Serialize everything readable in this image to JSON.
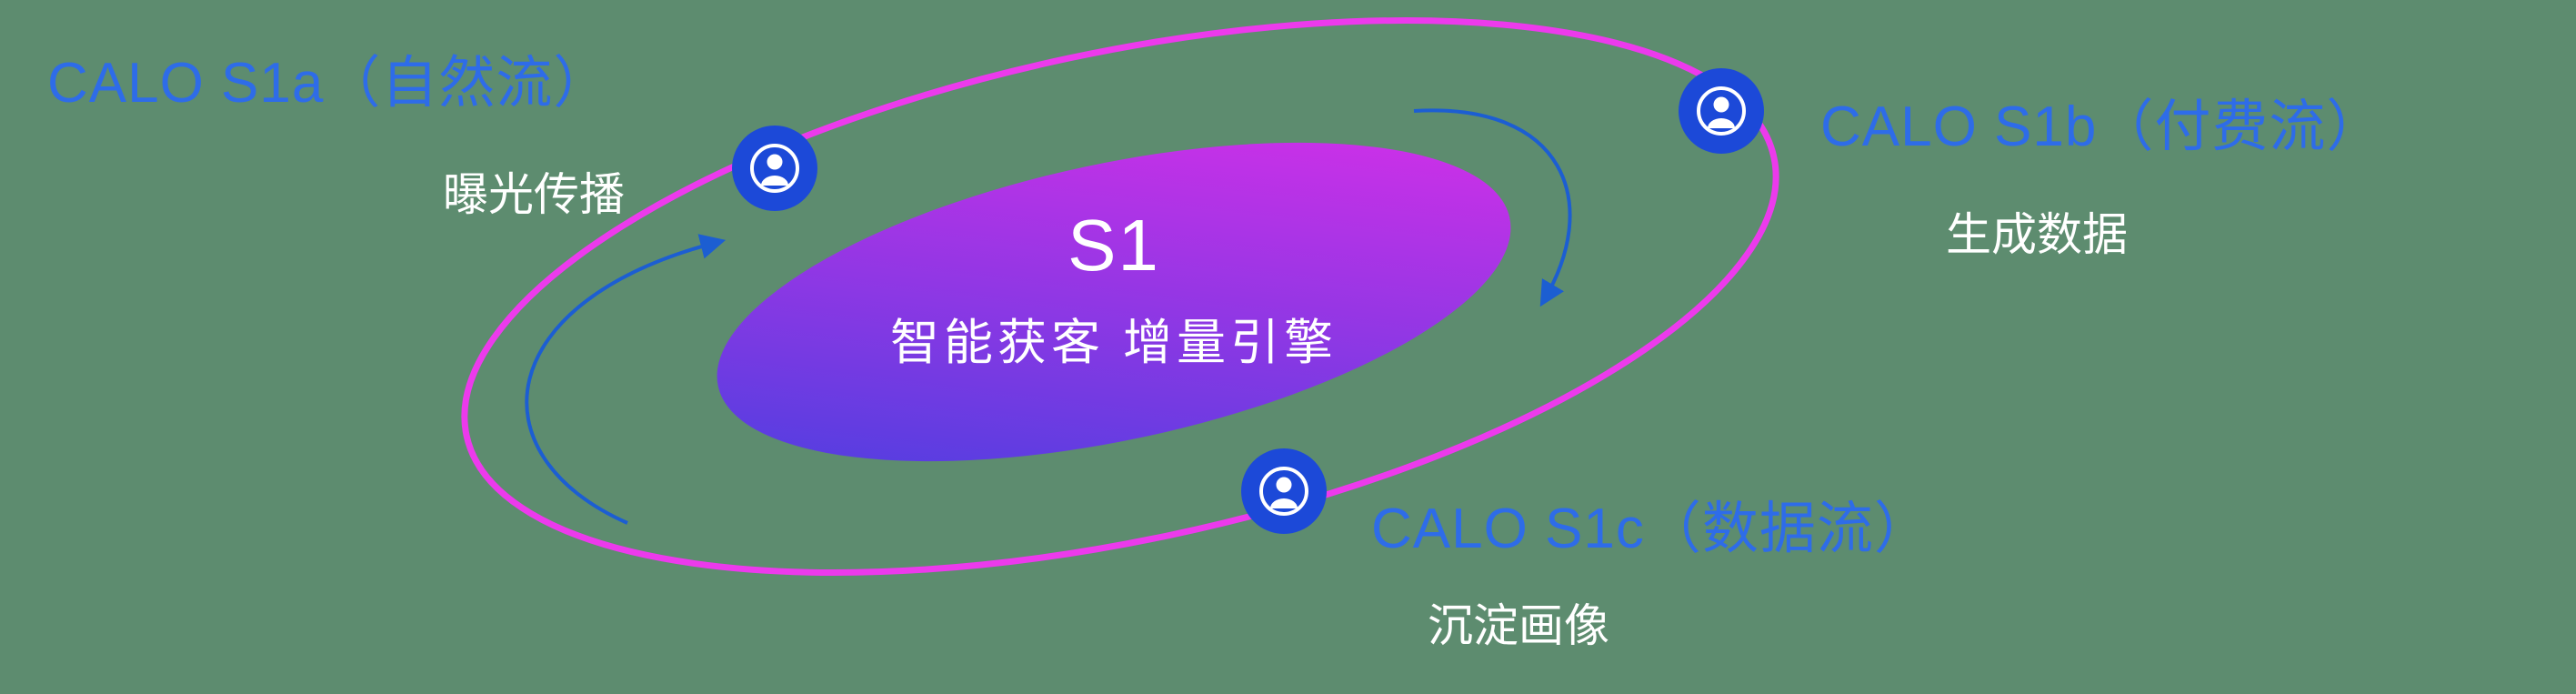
{
  "diagram": {
    "center": {
      "title": "S1",
      "subtitle": "智能获客  增量引擎"
    },
    "nodes": [
      {
        "id": "CALO-S1a",
        "label": "CALO S1a（自然流）",
        "sublabel": "曝光传播"
      },
      {
        "id": "CALO-S1b",
        "label": "CALO S1b（付费流）",
        "sublabel": "生成数据"
      },
      {
        "id": "CALO-S1c",
        "label": "CALO S1c（数据流）",
        "sublabel": "沉淀画像"
      }
    ]
  },
  "icons": {
    "node_icon": "user-icon"
  },
  "colors": {
    "background": "#5d8c6f",
    "orbit": "#ec3aec",
    "node": "#1c49d8",
    "node_icon": "#ffffff",
    "label": "#2e6ce8",
    "sublabel": "#ffffff",
    "arrow": "#1c5ed2",
    "gradient_start": "#4340df",
    "gradient_end": "#df2ee9"
  }
}
